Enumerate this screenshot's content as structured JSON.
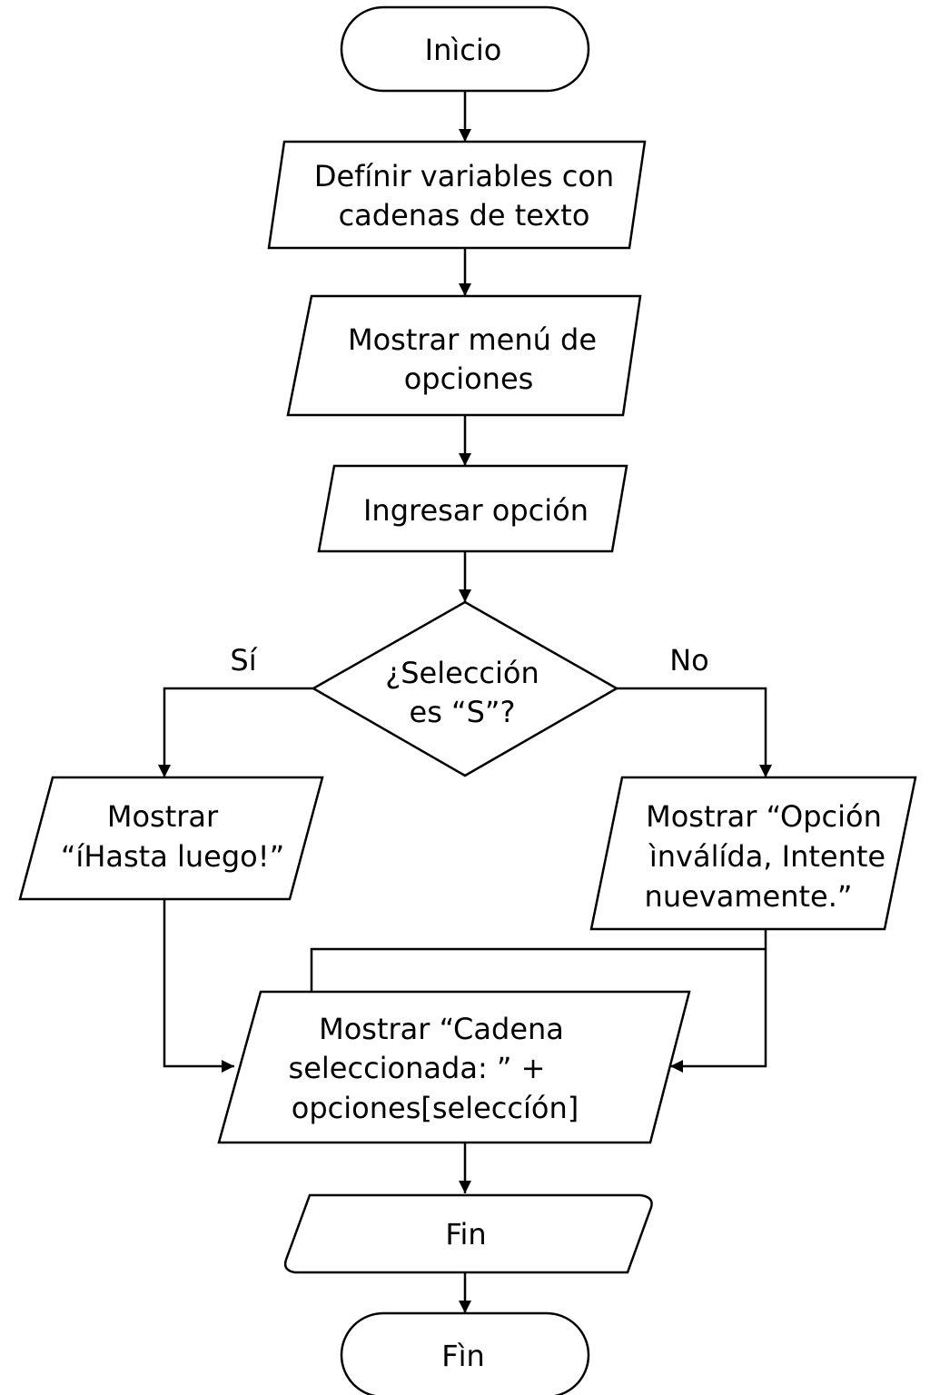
{
  "nodes": {
    "inicio": {
      "shape": "terminal",
      "text": "Inìcio"
    },
    "definir": {
      "shape": "input-output",
      "lines": [
        "Defínir variables con",
        "cadenas de texto"
      ]
    },
    "mostrar_menu": {
      "shape": "input-output",
      "lines": [
        "Mostrar menú de",
        "opciones"
      ]
    },
    "ingresar": {
      "shape": "input-output",
      "text": "Ingresar opción"
    },
    "decision": {
      "shape": "decision",
      "lines": [
        "¿Selección",
        "es “S”?"
      ]
    },
    "hasta_luego": {
      "shape": "input-output",
      "lines": [
        "Mostrar",
        "“íHasta luego!”"
      ]
    },
    "invalida": {
      "shape": "input-output",
      "lines": [
        "Mostrar “Opción",
        "ìnválída, Intente",
        "nuevamente.”"
      ]
    },
    "cadena": {
      "shape": "input-output",
      "lines": [
        "Mostrar “Cadena",
        "seleccionada: ” +",
        "opciones[seleccíón]"
      ]
    },
    "fin_io": {
      "shape": "input-output",
      "text": "Fin"
    },
    "fin": {
      "shape": "terminal",
      "text": "Fìn"
    }
  },
  "edge_labels": {
    "yes": "Sí",
    "no": "No"
  },
  "colors": {
    "stroke": "#000000",
    "fill": "#ffffff",
    "text": "#000000"
  }
}
